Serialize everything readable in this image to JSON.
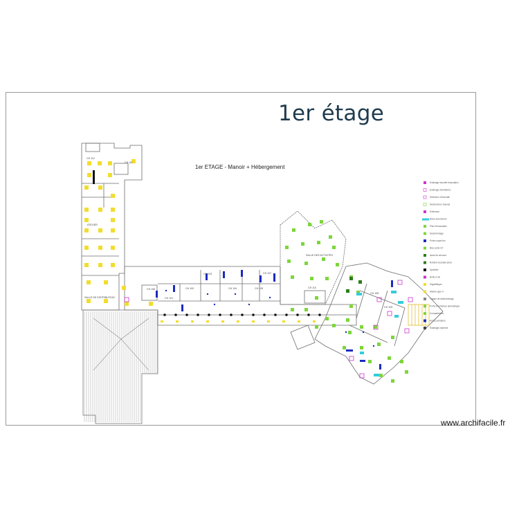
{
  "title": "1er étage",
  "subtitle": "1er ETAGE  - Manoir + Hébergement",
  "watermark": "www.archifacile.fr",
  "room_labels": [
    "ATELIER",
    "SALLE DE DISTRIBUTION",
    "SALLE DES ACTIVITÉS",
    "CH 101",
    "CH 102",
    "CH 103",
    "CH 104",
    "CH 105",
    "CH 106",
    "CH 107",
    "CH 108",
    "CH 109",
    "CH 110",
    "CH 111",
    "CH 112"
  ],
  "legend": [
    "Eclairage sécurité évacuation",
    "Eclairage d'ambiance",
    "Détecteur d'incendie",
    "Déclencheur manuel",
    "Extincteur",
    "Blocs autonomes",
    "Plan d'évacuation",
    "Désenfumage",
    "Porte coupe-feu",
    "Bloc porte CF",
    "Issue de secours",
    "Robinet incendie armé",
    "Sprinkler",
    "Boîte à clé",
    "Signalétique",
    "Alarme type 4",
    "Trappe de désenfumage",
    "Porte à fermeture automatique",
    "Compartiment",
    "Accès pompiers",
    "Éclairage chambre"
  ],
  "colors": {
    "title": "#1f3a4d",
    "wall": "#6b6b6b",
    "smoke_detector": "#f2dd2e",
    "extinguisher": "#7dd63a",
    "fire_door": "#1a2bbf",
    "alarm": "#cc33cc",
    "evacuation": "#33ccdd",
    "stair": "#e8c84a"
  },
  "icons": [
    "smoke-detector-icon",
    "extinguisher-icon",
    "fire-door-icon",
    "alarm-icon",
    "evacuation-sign-icon"
  ]
}
